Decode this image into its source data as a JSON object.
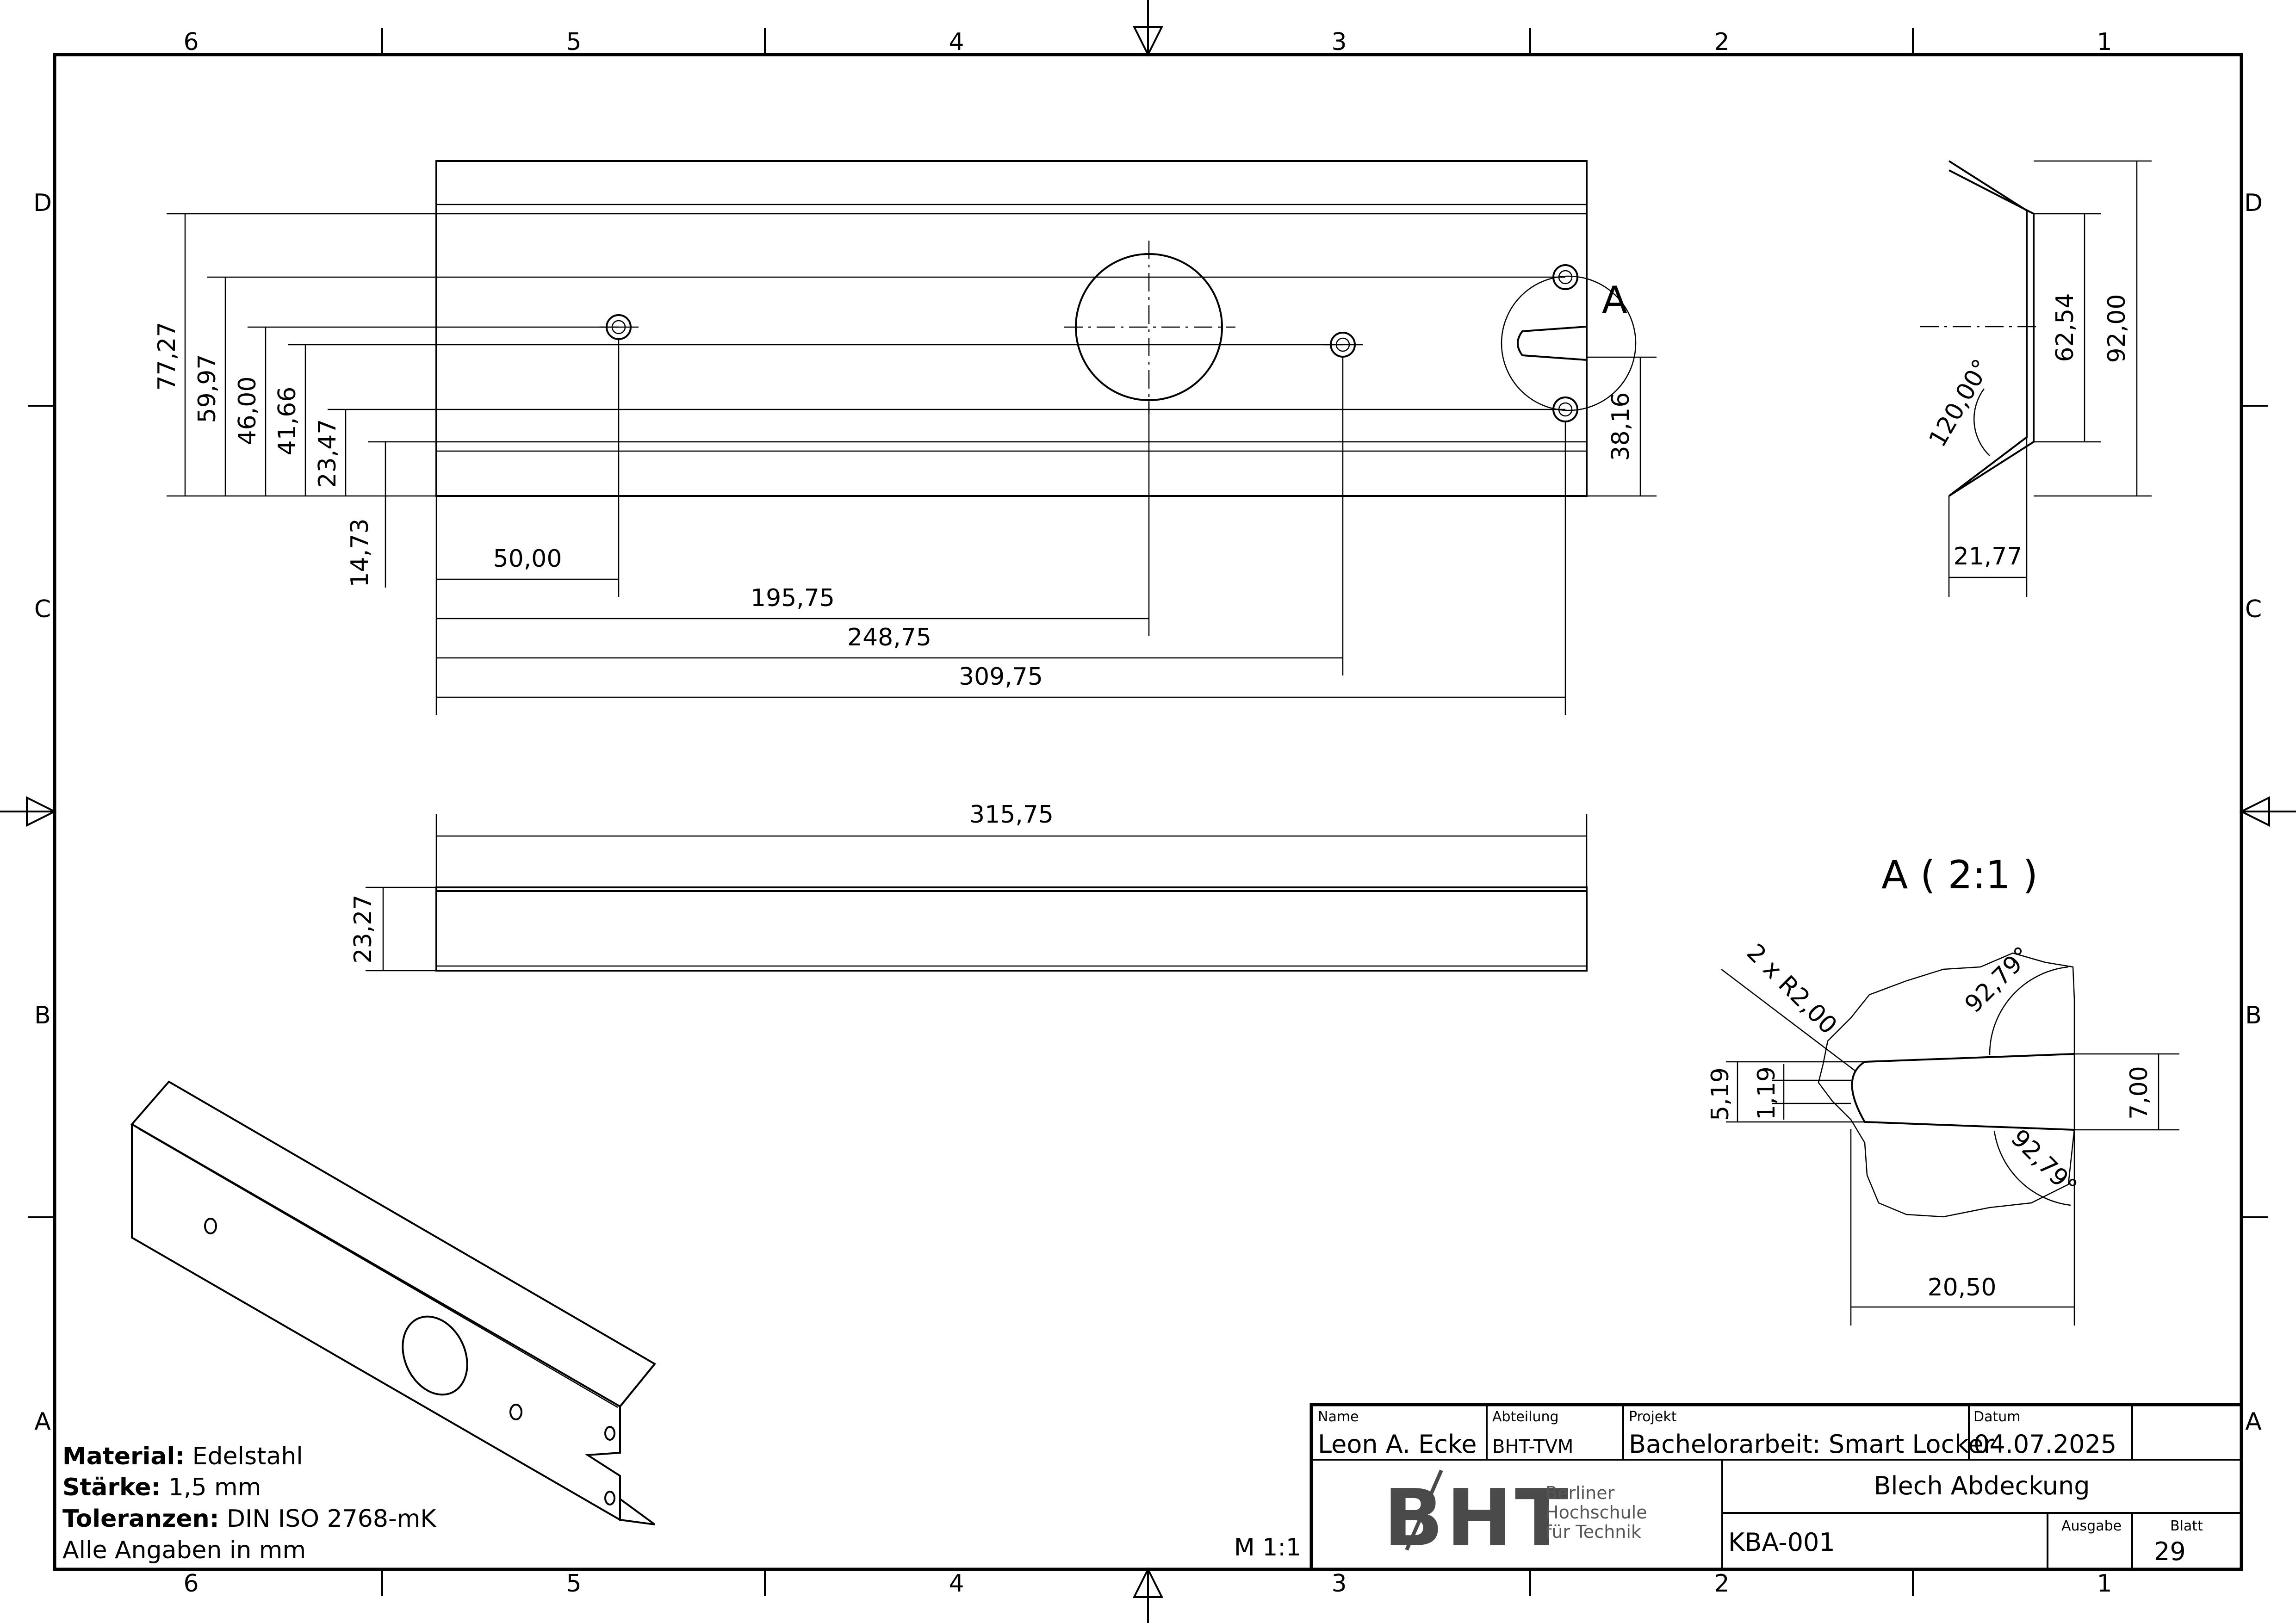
{
  "frame": {
    "col_labels": [
      "6",
      "5",
      "4",
      "3",
      "2",
      "1"
    ],
    "row_labels": [
      "D",
      "C",
      "B",
      "A"
    ]
  },
  "front_view": {
    "callout": "A",
    "dims_vertical": [
      "77,27",
      "59,97",
      "46,00",
      "41,66",
      "23,47",
      "14,73",
      "38,16"
    ],
    "dims_horizontal": [
      "50,00",
      "195,75",
      "248,75",
      "309,75"
    ]
  },
  "side_view": {
    "dims": [
      "62,54",
      "92,00",
      "120,00°",
      "21,77"
    ]
  },
  "bottom_view": {
    "dims": [
      "315,75",
      "23,27"
    ]
  },
  "detail": {
    "title": "A ( 2:1 )",
    "dims": [
      "2 x R2,00",
      "92,79°",
      "92,79°",
      "5,19",
      "1,19",
      "7,00",
      "20,50"
    ]
  },
  "notes": [
    {
      "key": "Material:",
      "value": " Edelstahl"
    },
    {
      "key": "Stärke:",
      "value": " 1,5 mm"
    },
    {
      "key": "Toleranzen:",
      "value": " DIN ISO 2768-mK"
    },
    {
      "key": "",
      "value": "Alle Angaben in mm"
    }
  ],
  "scale": "M 1:1",
  "title_block": {
    "name_label": "Name",
    "name": "Leon A. Ecke",
    "dept_label": "Abteilung",
    "dept": "BHT-TVM",
    "project_label": "Projekt",
    "project": "Bachelorarbeit: Smart Locker",
    "date_label": "Datum",
    "date": "04.07.2025",
    "logo_text": "BHT",
    "logo_line1": "Berliner",
    "logo_line2": "Hochschule",
    "logo_line3": "für Technik",
    "title": "Blech Abdeckung",
    "drawing_no": "KBA-001",
    "revision_label": "Ausgabe",
    "revision": "",
    "sheet_label": "Blatt",
    "sheet": "29"
  }
}
